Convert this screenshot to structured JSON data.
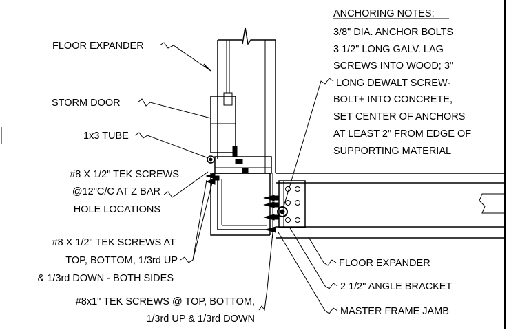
{
  "labels": {
    "floor_expander_top": "FLOOR EXPANDER",
    "storm_door": "STORM DOOR",
    "tube": "1x3 TUBE",
    "tek_zbar": [
      "#8 X 1/2\" TEK SCREWS",
      "@12\"C/C AT Z BAR",
      "HOLE LOCATIONS"
    ],
    "tek_sides": [
      "#8 X 1/2\" TEK SCREWS AT",
      "TOP, BOTTOM, 1/3rd UP",
      "& 1/3rd DOWN - BOTH SIDES"
    ],
    "tek_1in": [
      "#8x1\" TEK SCREWS @ TOP, BOTTOM,",
      "1/3rd UP & 1/3rd DOWN"
    ],
    "floor_expander_right": "FLOOR EXPANDER",
    "angle_bracket": "2 1/2\" ANGLE BRACKET",
    "master_frame_jamb": "MASTER FRAME JAMB"
  },
  "anchoring_notes": {
    "heading": "ANCHORING NOTES:",
    "lines": [
      "3/8\" DIA. ANCHOR BOLTS",
      "3 1/2\" LONG GALV. LAG",
      "SCREWS INTO WOOD; 3\"",
      "LONG DEWALT SCREW-",
      "BOLT+ INTO CONCRETE,",
      "SET CENTER OF ANCHORS",
      "AT LEAST 2\" FROM EDGE OF",
      "SUPPORTING MATERIAL"
    ]
  }
}
